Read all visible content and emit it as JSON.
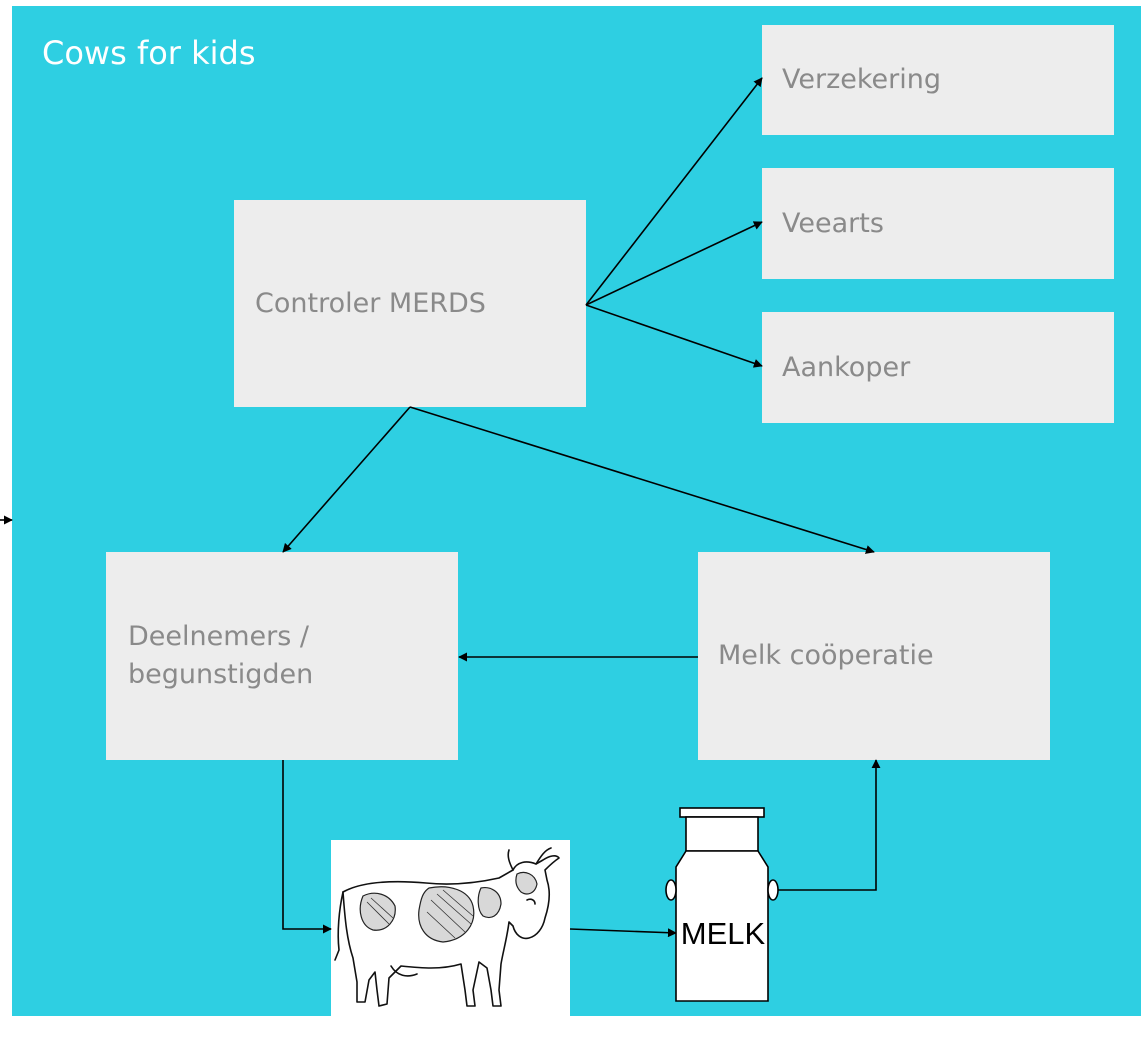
{
  "diagram": {
    "title": "Cows for kids",
    "nodes": {
      "verzekering": "Verzekering",
      "veearts": "Veearts",
      "aankoper": "Aankoper",
      "controler": "Controler MERDS",
      "deelnemers": "Deelnemers /\nbegunstigden",
      "melk_cooperatie": "Melk coöperatie",
      "cow": "cow-illustration",
      "milk_can": "MELK"
    },
    "edges": [
      {
        "from": "controler",
        "to": "verzekering"
      },
      {
        "from": "controler",
        "to": "veearts"
      },
      {
        "from": "controler",
        "to": "aankoper"
      },
      {
        "from": "controler",
        "to": "deelnemers"
      },
      {
        "from": "controler",
        "to": "melk_cooperatie"
      },
      {
        "from": "melk_cooperatie",
        "to": "deelnemers"
      },
      {
        "from": "deelnemers",
        "to": "cow"
      },
      {
        "from": "cow",
        "to": "milk_can"
      },
      {
        "from": "milk_can",
        "to": "melk_cooperatie"
      }
    ],
    "colors": {
      "background": "#2ecfe2",
      "box": "#ededed",
      "box_text": "#8a8a8a",
      "title_text": "#ffffff"
    }
  }
}
